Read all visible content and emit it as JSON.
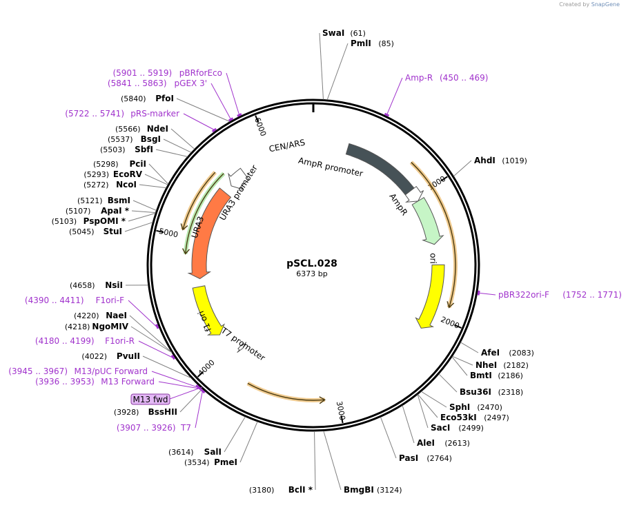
{
  "credit": {
    "prefix": "Created by",
    "brand": "SnapGene"
  },
  "plasmid": {
    "name": "pSCL.028",
    "length_label": "6373 bp",
    "length": 6373
  },
  "ticks": [
    1000,
    2000,
    3000,
    4000,
    5000,
    6000
  ],
  "features": [
    {
      "name": "CEN/ARS",
      "start": 290,
      "end": 930,
      "strand": 0,
      "kind": "box",
      "color": "#465257"
    },
    {
      "name": "AmpR promoter",
      "start": 930,
      "end": 1035,
      "strand": 1,
      "kind": "arrow",
      "color": "#ffffff"
    },
    {
      "name": "AmpR",
      "start": 1035,
      "end": 1420,
      "strand": 1,
      "kind": "arrow",
      "color": "#c6f5c6"
    },
    {
      "name": "ori",
      "start": 1590,
      "end": 2130,
      "strand": 1,
      "kind": "arrow",
      "color": "#ffff00"
    },
    {
      "name": "URA3",
      "start": 5480,
      "end": 4660,
      "strand": -1,
      "kind": "arrow",
      "color": "#ff7a45"
    },
    {
      "name": "URA3 promoter",
      "start": 5720,
      "end": 5560,
      "strand": -1,
      "kind": "arrow",
      "color": "#ffffff"
    },
    {
      "name": "f1 ori",
      "start": 4590,
      "end": 4130,
      "strand": -1,
      "kind": "arrow",
      "color": "#ffff00"
    },
    {
      "name": "T7 promoter",
      "start": 3930,
      "end": 3900,
      "strand": -1,
      "kind": "arrow",
      "color": "#ffffff"
    }
  ],
  "orfs": [
    {
      "start": 770,
      "end": 1900,
      "strand": 1,
      "color": "#e3a035"
    },
    {
      "start": 3700,
      "end": 3100,
      "strand": -1,
      "color": "#e3a035"
    },
    {
      "start": 5550,
      "end": 5050,
      "strand": -1,
      "color": "#e3a035"
    },
    {
      "start": 5590,
      "end": 4870,
      "strand": -1,
      "color": "#7cd66e"
    }
  ],
  "sites": [
    {
      "name": "SwaI",
      "pos": "(61)",
      "bp": 61,
      "side": "right",
      "star": false
    },
    {
      "name": "PmlI",
      "pos": "(85)",
      "bp": 85,
      "side": "right",
      "star": false
    },
    {
      "name": "AhdI",
      "pos": "(1019)",
      "bp": 1019,
      "side": "right",
      "star": false
    },
    {
      "name": "AfeI",
      "pos": "(2083)",
      "bp": 2083,
      "side": "right",
      "star": false
    },
    {
      "name": "NheI",
      "pos": "(2182)",
      "bp": 2182,
      "side": "right",
      "star": false
    },
    {
      "name": "BmtI",
      "pos": "(2186)",
      "bp": 2186,
      "side": "right",
      "star": false
    },
    {
      "name": "Bsu36I",
      "pos": "(2318)",
      "bp": 2318,
      "side": "right",
      "star": false
    },
    {
      "name": "SphI",
      "pos": "(2470)",
      "bp": 2470,
      "side": "right",
      "star": false
    },
    {
      "name": "Eco53kI",
      "pos": "(2497)",
      "bp": 2497,
      "side": "right",
      "star": false
    },
    {
      "name": "SacI",
      "pos": "(2499)",
      "bp": 2499,
      "side": "right",
      "star": false
    },
    {
      "name": "AleI",
      "pos": "(2613)",
      "bp": 2613,
      "side": "right",
      "star": false
    },
    {
      "name": "PasI",
      "pos": "(2764)",
      "bp": 2764,
      "side": "right",
      "star": false
    },
    {
      "name": "BmgBI",
      "pos": "(3124)",
      "bp": 3124,
      "side": "right",
      "star": false
    },
    {
      "name": "BclI",
      "pos": "(3180)",
      "bp": 3180,
      "side": "left",
      "star": true
    },
    {
      "name": "PmeI",
      "pos": "(3534)",
      "bp": 3534,
      "side": "left",
      "star": false
    },
    {
      "name": "SalI",
      "pos": "(3614)",
      "bp": 3614,
      "side": "left",
      "star": false
    },
    {
      "name": "BssHII",
      "pos": "(3928)",
      "bp": 3928,
      "side": "left",
      "star": false
    },
    {
      "name": "PvuII",
      "pos": "(4022)",
      "bp": 4022,
      "side": "left",
      "star": false
    },
    {
      "name": "NgoMIV",
      "pos": "(4218)",
      "bp": 4218,
      "side": "left",
      "star": false
    },
    {
      "name": "NaeI",
      "pos": "(4220)",
      "bp": 4220,
      "side": "left",
      "star": false
    },
    {
      "name": "NsiI",
      "pos": "(4658)",
      "bp": 4658,
      "side": "left",
      "star": false
    },
    {
      "name": "StuI",
      "pos": "(5045)",
      "bp": 5045,
      "side": "left",
      "star": false
    },
    {
      "name": "PspOMI",
      "pos": "(5103)",
      "bp": 5103,
      "side": "left",
      "star": true
    },
    {
      "name": "ApaI",
      "pos": "(5107)",
      "bp": 5107,
      "side": "left",
      "star": true
    },
    {
      "name": "BsmI",
      "pos": "(5121)",
      "bp": 5121,
      "side": "left",
      "star": false
    },
    {
      "name": "NcoI",
      "pos": "(5272)",
      "bp": 5272,
      "side": "left",
      "star": false
    },
    {
      "name": "EcoRV",
      "pos": "(5293)",
      "bp": 5293,
      "side": "left",
      "star": false
    },
    {
      "name": "PciI",
      "pos": "(5298)",
      "bp": 5298,
      "side": "left",
      "star": false
    },
    {
      "name": "SbfI",
      "pos": "(5503)",
      "bp": 5503,
      "side": "left",
      "star": false
    },
    {
      "name": "BsgI",
      "pos": "(5537)",
      "bp": 5537,
      "side": "left",
      "star": false
    },
    {
      "name": "NdeI",
      "pos": "(5566)",
      "bp": 5566,
      "side": "left",
      "star": false
    },
    {
      "name": "PfoI",
      "pos": "(5840)",
      "bp": 5840,
      "side": "left",
      "star": false
    }
  ],
  "primers": [
    {
      "name": "Amp-R",
      "range": "(450 .. 469)",
      "bp": 460,
      "side": "right"
    },
    {
      "name": "pBR322ori-F",
      "range": "(1752 .. 1771)",
      "bp": 1762,
      "side": "right"
    },
    {
      "name": "T7",
      "range": "(3907 .. 3926)",
      "bp": 3916,
      "side": "left"
    },
    {
      "name": "M13 Forward",
      "range": "(3936 .. 3953)",
      "bp": 3945,
      "side": "left"
    },
    {
      "name": "M13/pUC Forward",
      "range": "(3945 .. 3967)",
      "bp": 3956,
      "side": "left"
    },
    {
      "name": "F1ori-R",
      "range": "(4180 .. 4199)",
      "bp": 4190,
      "side": "left"
    },
    {
      "name": "F1ori-F",
      "range": "(4390 .. 4411)",
      "bp": 4400,
      "side": "left"
    },
    {
      "name": "pRS-marker",
      "range": "(5722 .. 5741)",
      "bp": 5732,
      "side": "left"
    },
    {
      "name": "pGEX 3'",
      "range": "(5841 .. 5863)",
      "bp": 5852,
      "side": "left"
    },
    {
      "name": "pBRforEco",
      "range": "(5901 .. 5919)",
      "bp": 5910,
      "side": "left"
    }
  ],
  "highlight_primer": {
    "label": "M13 fwd",
    "fill": "#e3b8f5",
    "stroke": "#8a3aa0"
  },
  "colors": {
    "primer": "#a032cc",
    "backbone": "#000000",
    "leader": "#7f7f7f"
  }
}
